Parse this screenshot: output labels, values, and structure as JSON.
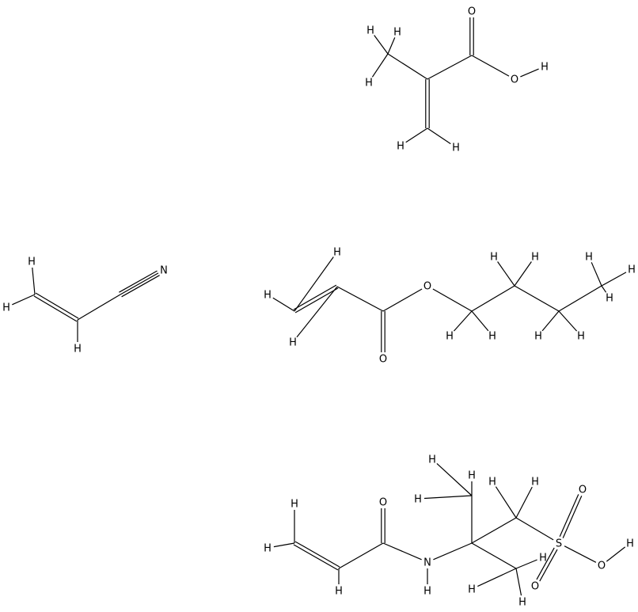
{
  "figure": {
    "kind": "chemical-structure-diagram",
    "background": "#ffffff",
    "line_color": "#000000"
  },
  "molecules": [
    {
      "id": "methacrylic-acid",
      "atoms": [
        {
          "id": "h1",
          "label": "H"
        },
        {
          "id": "h2",
          "label": "H"
        },
        {
          "id": "h3",
          "label": "H"
        },
        {
          "id": "cme",
          "label": ""
        },
        {
          "id": "c2",
          "label": ""
        },
        {
          "id": "c1",
          "label": ""
        },
        {
          "id": "o1",
          "label": "O"
        },
        {
          "id": "o2",
          "label": "O"
        },
        {
          "id": "h4",
          "label": "H"
        },
        {
          "id": "c3",
          "label": ""
        },
        {
          "id": "h5",
          "label": "H"
        },
        {
          "id": "h6",
          "label": "H"
        }
      ],
      "bonds": [
        [
          "h1",
          "cme",
          1
        ],
        [
          "h2",
          "cme",
          1
        ],
        [
          "h3",
          "cme",
          1
        ],
        [
          "cme",
          "c2",
          1
        ],
        [
          "c2",
          "c1",
          1
        ],
        [
          "c1",
          "o1",
          2
        ],
        [
          "c1",
          "o2",
          1
        ],
        [
          "o2",
          "h4",
          1
        ],
        [
          "c2",
          "c3",
          2
        ],
        [
          "c3",
          "h5",
          1
        ],
        [
          "c3",
          "h6",
          1
        ]
      ]
    },
    {
      "id": "acrylonitrile",
      "atoms": [
        {
          "id": "h1",
          "label": "H"
        },
        {
          "id": "h2",
          "label": "H"
        },
        {
          "id": "c1",
          "label": ""
        },
        {
          "id": "c2",
          "label": ""
        },
        {
          "id": "h3",
          "label": "H"
        },
        {
          "id": "c3",
          "label": ""
        },
        {
          "id": "n1",
          "label": "N"
        }
      ],
      "bonds": [
        [
          "h1",
          "c1",
          1
        ],
        [
          "h2",
          "c1",
          1
        ],
        [
          "c1",
          "c2",
          2
        ],
        [
          "c2",
          "h3",
          1
        ],
        [
          "c2",
          "c3",
          1
        ],
        [
          "c3",
          "n1",
          3
        ]
      ]
    },
    {
      "id": "butyl-acrylate",
      "atoms": [
        {
          "id": "h1",
          "label": "H"
        },
        {
          "id": "h2",
          "label": "H"
        },
        {
          "id": "c1",
          "label": ""
        },
        {
          "id": "c2",
          "label": ""
        },
        {
          "id": "h3",
          "label": "H"
        },
        {
          "id": "c3",
          "label": ""
        },
        {
          "id": "o1",
          "label": "O"
        },
        {
          "id": "o2",
          "label": "O"
        },
        {
          "id": "c4",
          "label": ""
        },
        {
          "id": "h4",
          "label": "H"
        },
        {
          "id": "h5",
          "label": "H"
        },
        {
          "id": "c5",
          "label": ""
        },
        {
          "id": "h6",
          "label": "H"
        },
        {
          "id": "h7",
          "label": "H"
        },
        {
          "id": "c6",
          "label": ""
        },
        {
          "id": "h8",
          "label": "H"
        },
        {
          "id": "h9",
          "label": "H"
        },
        {
          "id": "c7",
          "label": ""
        },
        {
          "id": "h10",
          "label": "H"
        },
        {
          "id": "h11",
          "label": "H"
        },
        {
          "id": "h12",
          "label": "H"
        }
      ],
      "bonds": [
        [
          "h1",
          "c1",
          1
        ],
        [
          "h2",
          "c1",
          1
        ],
        [
          "c1",
          "c2",
          2
        ],
        [
          "c2",
          "h3",
          1
        ],
        [
          "c2",
          "c3",
          1
        ],
        [
          "c3",
          "o1",
          2
        ],
        [
          "c3",
          "o2",
          1
        ],
        [
          "o2",
          "c4",
          1
        ],
        [
          "c4",
          "h4",
          1
        ],
        [
          "c4",
          "h5",
          1
        ],
        [
          "c4",
          "c5",
          1
        ],
        [
          "c5",
          "h6",
          1
        ],
        [
          "c5",
          "h7",
          1
        ],
        [
          "c5",
          "c6",
          1
        ],
        [
          "c6",
          "h8",
          1
        ],
        [
          "c6",
          "h9",
          1
        ],
        [
          "c6",
          "c7",
          1
        ],
        [
          "c7",
          "h10",
          1
        ],
        [
          "c7",
          "h11",
          1
        ],
        [
          "c7",
          "h12",
          1
        ]
      ]
    },
    {
      "id": "amps",
      "atoms": [
        {
          "id": "h1",
          "label": "H"
        },
        {
          "id": "h2",
          "label": "H"
        },
        {
          "id": "c1",
          "label": ""
        },
        {
          "id": "c2",
          "label": ""
        },
        {
          "id": "h3",
          "label": "H"
        },
        {
          "id": "c3",
          "label": ""
        },
        {
          "id": "o1",
          "label": "O"
        },
        {
          "id": "n1",
          "label": "N"
        },
        {
          "id": "hn",
          "label": "H"
        },
        {
          "id": "cq",
          "label": ""
        },
        {
          "id": "cm1",
          "label": ""
        },
        {
          "id": "h4",
          "label": "H"
        },
        {
          "id": "h5",
          "label": "H"
        },
        {
          "id": "h6",
          "label": "H"
        },
        {
          "id": "cm2",
          "label": ""
        },
        {
          "id": "h7",
          "label": "H"
        },
        {
          "id": "h8",
          "label": "H"
        },
        {
          "id": "h9",
          "label": "H"
        },
        {
          "id": "cc",
          "label": ""
        },
        {
          "id": "h10",
          "label": "H"
        },
        {
          "id": "h11",
          "label": "H"
        },
        {
          "id": "s1",
          "label": "S"
        },
        {
          "id": "os1",
          "label": "O"
        },
        {
          "id": "os2",
          "label": "O"
        },
        {
          "id": "os3",
          "label": "O"
        },
        {
          "id": "hs",
          "label": "H"
        }
      ],
      "bonds": [
        [
          "h1",
          "c1",
          1
        ],
        [
          "h2",
          "c1",
          1
        ],
        [
          "c1",
          "c2",
          2
        ],
        [
          "c2",
          "h3",
          1
        ],
        [
          "c2",
          "c3",
          1
        ],
        [
          "c3",
          "o1",
          2
        ],
        [
          "c3",
          "n1",
          1
        ],
        [
          "n1",
          "hn",
          1
        ],
        [
          "n1",
          "cq",
          1
        ],
        [
          "cq",
          "cm1",
          1
        ],
        [
          "cm1",
          "h4",
          1
        ],
        [
          "cm1",
          "h5",
          1
        ],
        [
          "cm1",
          "h6",
          1
        ],
        [
          "cq",
          "cm2",
          1
        ],
        [
          "cm2",
          "h7",
          1
        ],
        [
          "cm2",
          "h8",
          1
        ],
        [
          "cm2",
          "h9",
          1
        ],
        [
          "cq",
          "cc",
          1
        ],
        [
          "cc",
          "h10",
          1
        ],
        [
          "cc",
          "h11",
          1
        ],
        [
          "cc",
          "s1",
          1
        ],
        [
          "s1",
          "os1",
          2
        ],
        [
          "s1",
          "os2",
          2
        ],
        [
          "s1",
          "os3",
          1
        ],
        [
          "os3",
          "hs",
          1
        ]
      ]
    }
  ]
}
